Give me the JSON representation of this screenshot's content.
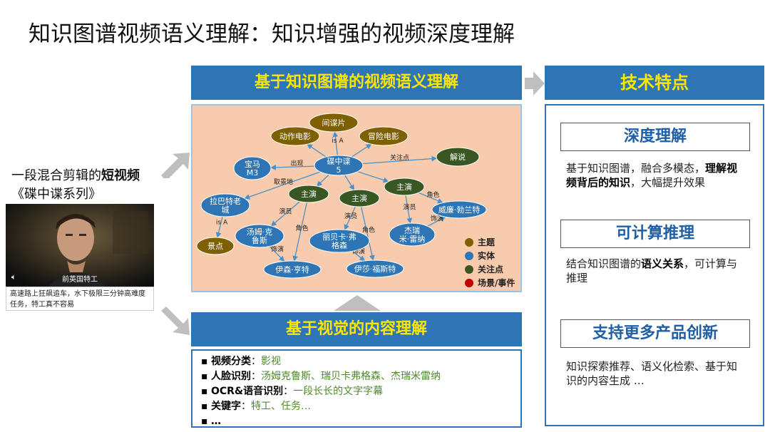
{
  "page_title": "知识图谱视频语义理解：知识增强的视频深度理解",
  "left": {
    "caption_line1_prefix": "一段混合剪辑的",
    "caption_line1_bold": "短视频",
    "caption_line2": "《碟中谍系列》",
    "photo_subtitle": "前英国特工",
    "photo_caption": "高速路上狂飙追车，水下极限三分钟高难度任务，特工真不容易"
  },
  "graph_header": "基于知识图谱的视频语义理解",
  "vision_header": "基于视觉的内容理解",
  "features_header": "技术特点",
  "colors": {
    "header_bg": "#2e75b6",
    "header_text": "#ffe600",
    "graph_bg": "#f8cbad",
    "topic": "#7f6000",
    "entity": "#2e75b6",
    "focus": "#385723",
    "scene": "#c00000"
  },
  "graph": {
    "nodes": [
      {
        "id": "n_center",
        "label": "碟中谍\n5",
        "type": "entity"
      },
      {
        "id": "n_spy",
        "label": "间谍片",
        "type": "topic"
      },
      {
        "id": "n_action",
        "label": "动作电影",
        "type": "topic"
      },
      {
        "id": "n_adventure",
        "label": "冒险电影",
        "type": "topic"
      },
      {
        "id": "n_explain",
        "label": "解说",
        "type": "focus"
      },
      {
        "id": "n_bmw",
        "label": "宝马\nM3",
        "type": "entity"
      },
      {
        "id": "n_rabat",
        "label": "拉巴特老\n城",
        "type": "entity"
      },
      {
        "id": "n_spot",
        "label": "景点",
        "type": "topic"
      },
      {
        "id": "n_lead1",
        "label": "主演",
        "type": "focus"
      },
      {
        "id": "n_lead2",
        "label": "主演",
        "type": "focus"
      },
      {
        "id": "n_lead3",
        "label": "主演",
        "type": "focus"
      },
      {
        "id": "n_tom",
        "label": "汤姆·克\n鲁斯",
        "type": "entity"
      },
      {
        "id": "n_rebecca",
        "label": "丽贝卡·弗\n格森",
        "type": "entity"
      },
      {
        "id": "n_jeremy",
        "label": "杰瑞\n米·雷纳",
        "type": "entity"
      },
      {
        "id": "n_ethan",
        "label": "伊森·亨特",
        "type": "entity"
      },
      {
        "id": "n_ilsa",
        "label": "伊莎·福斯特",
        "type": "entity"
      },
      {
        "id": "n_william",
        "label": "威廉·勃兰特",
        "type": "entity"
      }
    ],
    "edges": [
      {
        "from": "n_center",
        "to": "n_spy",
        "label": "is A"
      },
      {
        "from": "n_center",
        "to": "n_action",
        "label": ""
      },
      {
        "from": "n_center",
        "to": "n_adventure",
        "label": ""
      },
      {
        "from": "n_center",
        "to": "n_explain",
        "label": "关注点"
      },
      {
        "from": "n_center",
        "to": "n_bmw",
        "label": "出现"
      },
      {
        "from": "n_center",
        "to": "n_rabat",
        "label": "取景地"
      },
      {
        "from": "n_rabat",
        "to": "n_spot",
        "label": "is A"
      },
      {
        "from": "n_center",
        "to": "n_lead1",
        "label": ""
      },
      {
        "from": "n_center",
        "to": "n_lead2",
        "label": ""
      },
      {
        "from": "n_center",
        "to": "n_lead3",
        "label": ""
      },
      {
        "from": "n_lead1",
        "to": "n_tom",
        "label": "演员"
      },
      {
        "from": "n_lead1",
        "to": "n_ethan",
        "label": "角色"
      },
      {
        "from": "n_tom",
        "to": "n_ethan",
        "label": "饰演"
      },
      {
        "from": "n_lead2",
        "to": "n_rebecca",
        "label": "演员"
      },
      {
        "from": "n_lead2",
        "to": "n_ilsa",
        "label": "角色"
      },
      {
        "from": "n_rebecca",
        "to": "n_ilsa",
        "label": "饰演"
      },
      {
        "from": "n_lead3",
        "to": "n_jeremy",
        "label": "演员"
      },
      {
        "from": "n_lead3",
        "to": "n_william",
        "label": "角色"
      },
      {
        "from": "n_jeremy",
        "to": "n_william",
        "label": "饰演"
      }
    ],
    "legend": [
      {
        "label": "主题",
        "type": "topic"
      },
      {
        "label": "实体",
        "type": "entity"
      },
      {
        "label": "关注点",
        "type": "focus"
      },
      {
        "label": "场景/事件",
        "type": "scene"
      }
    ]
  },
  "vision_items": [
    {
      "key": "视频分类",
      "value": "影视"
    },
    {
      "key": "人脸识别",
      "value": "汤姆克鲁斯、瑞贝卡弗格森、杰瑞米雷纳"
    },
    {
      "key": "OCR&语音识别",
      "value": "一段长长的文字字幕"
    },
    {
      "key": "关键字",
      "value": "特工、任务…"
    },
    {
      "key": "…",
      "value": ""
    }
  ],
  "features": [
    {
      "title": "深度理解",
      "desc_parts": [
        {
          "text": "基于知识图谱，融合多模态，",
          "bold": false
        },
        {
          "text": "理解视频背后的知识",
          "bold": true
        },
        {
          "text": "，大幅提升效果",
          "bold": false
        }
      ]
    },
    {
      "title": "可计算推理",
      "desc_parts": [
        {
          "text": "结合知识图谱的",
          "bold": false
        },
        {
          "text": "语义关系",
          "bold": true
        },
        {
          "text": "，可计算与推理",
          "bold": false
        }
      ]
    },
    {
      "title": "支持更多产品创新",
      "desc_parts": [
        {
          "text": "知识探索推荐、语义化检索、基于知识的内容生成 …",
          "bold": false
        }
      ]
    }
  ]
}
